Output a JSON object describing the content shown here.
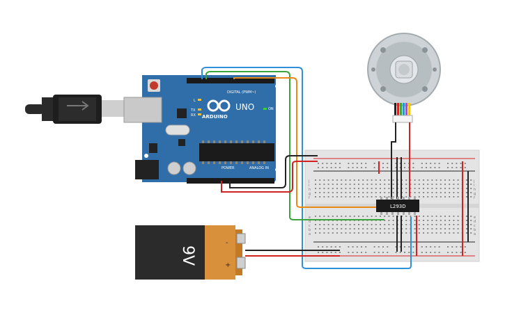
{
  "arduino": {
    "brand": "ARDUINO",
    "model": "UNO",
    "digital_label": "DIGITAL (PWM~)",
    "power_label": "POWER",
    "analog_label": "ANALOG IN",
    "led_l": "L",
    "led_tx": "TX",
    "led_rx": "RX",
    "on_label": "ON"
  },
  "chip": {
    "label": "L293D"
  },
  "battery": {
    "voltage": "9V",
    "minus": "-",
    "plus": "+"
  },
  "breadboard": {
    "row_letters": [
      "j",
      "i",
      "h",
      "g",
      "f",
      "e",
      "d",
      "c",
      "b",
      "a"
    ]
  },
  "colors": {
    "board": "#2d6aa6",
    "breadboard": "#e4e4e4",
    "wire_red": "#d32020",
    "wire_black": "#222222",
    "wire_green": "#3aa53a",
    "wire_orange": "#e88a16",
    "wire_blue": "#2f8fd8",
    "battery_copper": "#d8913a"
  }
}
